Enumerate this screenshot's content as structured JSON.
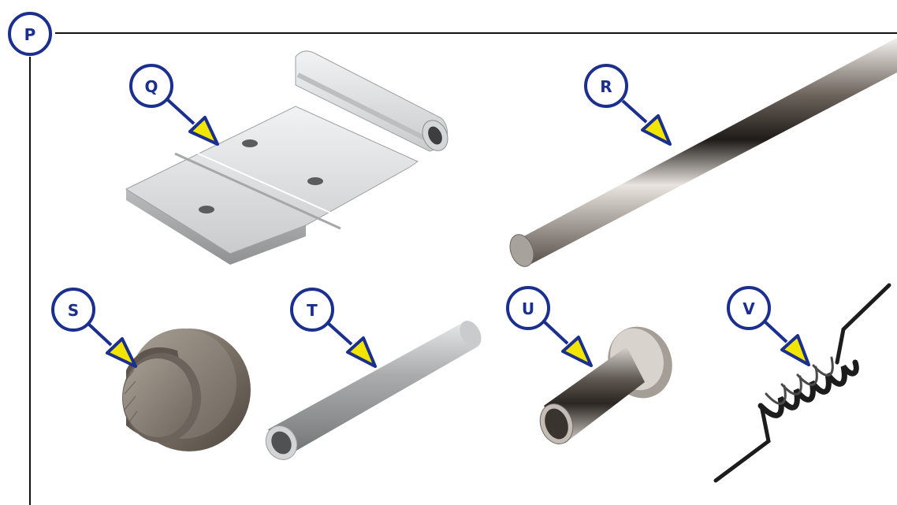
{
  "colors": {
    "callout_ring": "#1b2f8f",
    "arrow_fill": "#f2e600",
    "frame_line": "#111111",
    "background": "#ffffff"
  },
  "labels": {
    "panel": "P",
    "hinge_plate": "Q",
    "rod": "R",
    "knurled_knob": "S",
    "tube": "T",
    "flanged_bushing": "U",
    "torsion_spring": "V"
  }
}
